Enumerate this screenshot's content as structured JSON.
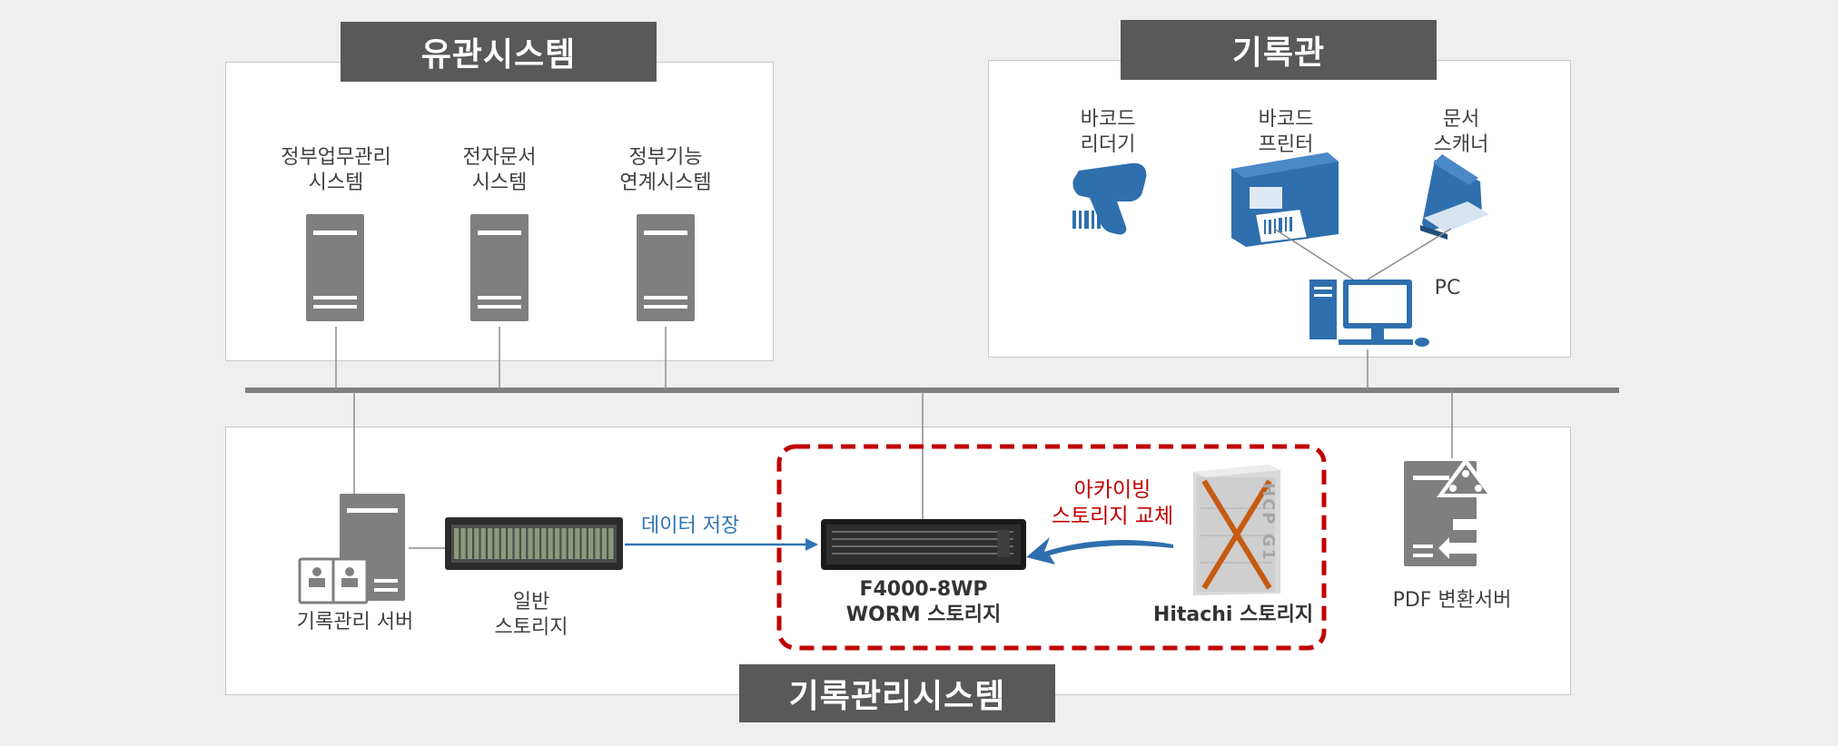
{
  "sections": {
    "agency": {
      "title": "유관시스템"
    },
    "archive": {
      "title": "기록관"
    },
    "records": {
      "title": "기록관리시스템"
    }
  },
  "agency_systems": [
    {
      "label": "정부업무관리\n시스템"
    },
    {
      "label": "전자문서\n시스템"
    },
    {
      "label": "정부기능\n연계시스템"
    }
  ],
  "archive_devices": {
    "barcode_reader": "바코드\n리더기",
    "barcode_printer": "바코드\n프린터",
    "scanner": "문서\n스캐너",
    "pc": "PC"
  },
  "records_components": {
    "server": "기록관리 서버",
    "general_storage": "일반\n스토리지",
    "data_flow": "데이터 저장",
    "worm_model": "F4000-8WP",
    "worm_storage": "WORM 스토리지",
    "replace_note": "아카이빙\n스토리지 교체",
    "hitachi": "Hitachi 스토리지",
    "hitachi_device_text": "HCP G1",
    "pdf_server": "PDF 변환서버"
  },
  "colors": {
    "title_bg": "#595959",
    "replace_highlight": "#c00000",
    "flow_arrow": "#2e74b5",
    "device_blue": "#2f6fad",
    "server_gray": "#7f7f7f"
  }
}
